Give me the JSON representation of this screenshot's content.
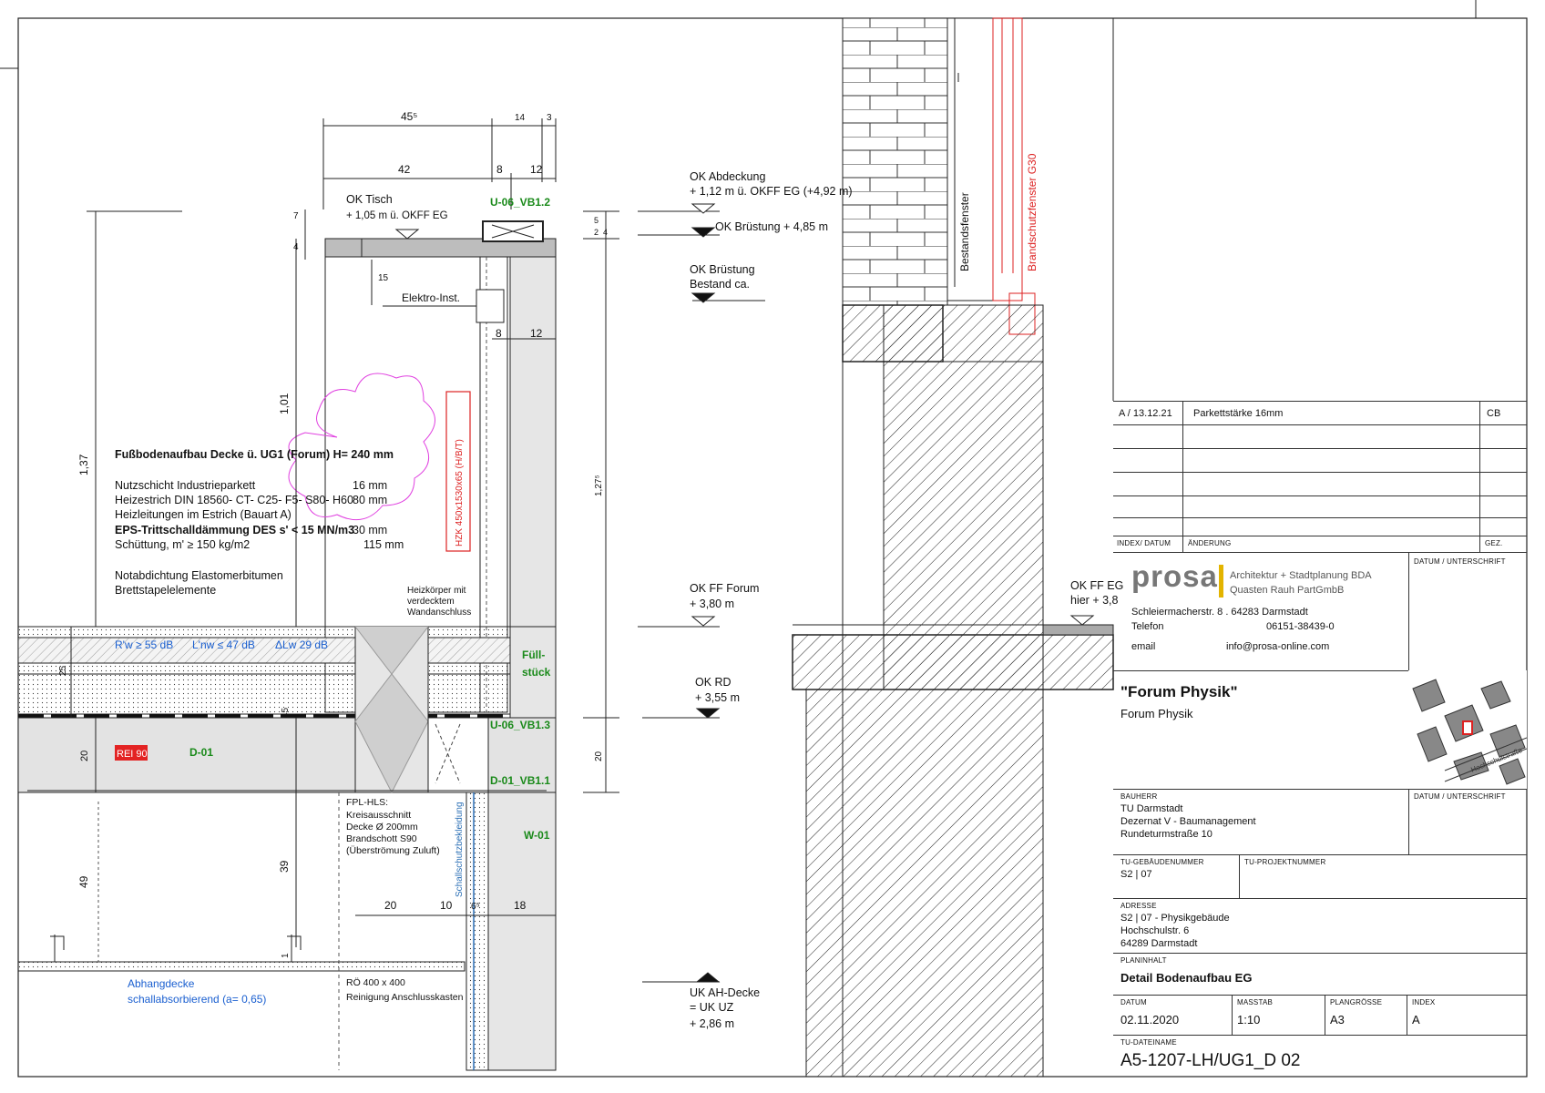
{
  "drawing": {
    "dims": {
      "d45_5": "45⁵",
      "d14": "14",
      "d3": "3",
      "d42": "42",
      "d8a": "8",
      "d12a": "12",
      "d7": "7",
      "d4": "4",
      "d15": "15",
      "d8b": "8",
      "d12b": "12",
      "d1_37": "1,37",
      "d1_01": "1,01",
      "d1_27_5": "1,27⁵",
      "d5": "5",
      "d2": "2",
      "d4b": "4",
      "d25": "25",
      "d45": "45",
      "d20a": "20",
      "d20b": "20",
      "d39": "39",
      "d49": "49",
      "d1": "1",
      "d20c": "20",
      "d10": "10",
      "d6_5": "6⁵",
      "d18": "18"
    },
    "levels": {
      "ok_tisch_1": "OK Tisch",
      "ok_tisch_2": "+ 1,05 m ü. OKFF EG",
      "ok_abdeckung_1": "OK Abdeckung",
      "ok_abdeckung_2": "+ 1,12 m ü. OKFF EG (+4,92 m)",
      "ok_bruestung": "OK Brüstung + 4,85 m",
      "ok_bruestung_bestand_1": "OK Brüstung",
      "ok_bruestung_bestand_2": "Bestand ca.",
      "ok_ff_forum_1": "OK FF Forum",
      "ok_ff_forum_2": "+ 3,80 m",
      "ok_rd_1": "OK RD",
      "ok_rd_2": "+ 3,55 m",
      "uk_ah_1": "UK AH-Decke",
      "uk_ah_2": "= UK UZ",
      "uk_ah_3": "+ 2,86 m",
      "ok_ff_eg_1": "OK FF EG",
      "ok_ff_eg_2": "hier + 3,8"
    },
    "labels": {
      "u06_vb12": "U-06_VB1.2",
      "u06_vb13": "U-06_VB1.3",
      "d01_vb11": "D-01_VB1.1",
      "d01": "D-01",
      "w01": "W-01",
      "rei90": "REI 90",
      "fuell_1": "Füll-",
      "fuell_2": "stück",
      "elektro": "Elektro-Inst.",
      "hzk": "HZK 450x1530x65 (H/B/T)",
      "heizkoerper_1": "Heizkörper mit",
      "heizkoerper_2": "verdecktem",
      "heizkoerper_3": "Wandanschluss",
      "bestandsfenster": "Bestandsfenster",
      "brandschutzfenster": "Brandschutzfenster G30",
      "schallschutz": "Schallschutzbekleidung",
      "rw": "R'w ≥ 55 dB",
      "lnw": "L'nw ≤ 47 dB",
      "dlw": "ΔLw 29 dB",
      "fpl_1": "FPL-HLS:",
      "fpl_2": "Kreisausschnitt",
      "fpl_3": "Decke Ø 200mm",
      "fpl_4": "Brandschott S90",
      "fpl_5": "(Überströmung Zuluft)",
      "abh_1": "Abhangdecke",
      "abh_2": "schallabsorbierend (a= 0,65)",
      "ro_1": "RÖ 400 x 400",
      "ro_2": "Reinigung Anschlusskasten"
    },
    "build_up": {
      "title": "Fußbodenaufbau Decke ü. UG1 (Forum) H= 240 mm",
      "rows": [
        {
          "text": "Nutzschicht Industrieparkett",
          "value": "16 mm"
        },
        {
          "text": "Heizestrich DIN 18560- CT- C25- F5- S80- H60",
          "value": "80 mm"
        },
        {
          "text": "Heizleitungen im Estrich (Bauart A)",
          "value": ""
        },
        {
          "text": "EPS-Trittschalldämmung DES s' < 15 MN/m3",
          "value": "30 mm"
        },
        {
          "text": "Schüttung, m' ≥ 150 kg/m2",
          "value": "115 mm"
        }
      ],
      "note_1": "Notabdichtung Elastomerbitumen",
      "note_2": "Brettstapelelemente"
    }
  },
  "titleblock": {
    "rev_index": "A / 13.12.21",
    "rev_text": "Parkettstärke 16mm",
    "rev_by": "CB",
    "hdr_index": "INDEX/ DATUM",
    "hdr_change": "ÄNDERUNG",
    "hdr_gez": "GEZ.",
    "logo": "prosa",
    "firm_1": "Architektur + Stadtplanung BDA",
    "firm_2": "Quasten Rauh PartGmbB",
    "address": "Schleiermacherstr. 8 . 64283 Darmstadt",
    "tel_label": "Telefon",
    "tel": "06151-38439-0",
    "email_label": "email",
    "email": "info@prosa-online.com",
    "datum_unterschrift_1": "DATUM / UNTERSCHRIFT",
    "project_title": "\"Forum Physik\"",
    "project_sub": "Forum Physik",
    "bauherr_label": "BAUHERR",
    "bauherr_1": "TU Darmstadt",
    "bauherr_2": "Dezernat V - Baumanagement",
    "bauherr_3": "Rundeturmstraße 10",
    "datum_unterschrift_2": "DATUM / UNTERSCHRIFT",
    "geb_label": "TU-GEBÄUDENUMMER",
    "geb": "S2 | 07",
    "proj_label": "TU-PROJEKTNUMMER",
    "adr_label": "ADRESSE",
    "adr_1": "S2 | 07 - Physikgebäude",
    "adr_2": "Hochschulstr. 6",
    "adr_3": "64289 Darmstadt",
    "inhalt_label": "PLANINHALT",
    "inhalt": "Detail Bodenaufbau EG",
    "datum_label": "DATUM",
    "datum": "02.11.2020",
    "massstab_label": "MASSTAB",
    "massstab": "1:10",
    "groesse_label": "PLANGRÖSSE",
    "groesse": "A3",
    "index_label": "INDEX",
    "index": "A",
    "datei_label": "TU-DATEINAME",
    "datei": "A5-1207-LH/UG1_D 02",
    "map_street": "Hochschulstraße"
  }
}
